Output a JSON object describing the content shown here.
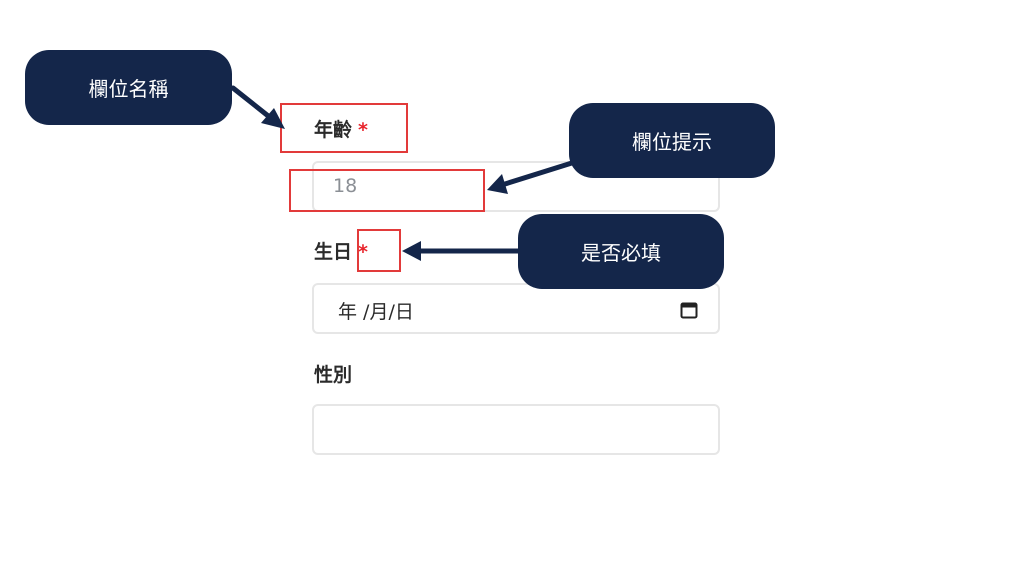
{
  "form": {
    "age": {
      "label": "年齡",
      "required_mark": "*",
      "placeholder": "18"
    },
    "birthday": {
      "label": "生日",
      "required_mark": "*",
      "date_placeholder": "年 /月/日"
    },
    "gender": {
      "label": "性別",
      "value": ""
    }
  },
  "annotations": {
    "field_name": "欄位名稱",
    "field_hint": "欄位提示",
    "required": "是否必填"
  },
  "colors": {
    "callout_bg": "#14264a",
    "highlight": "#e23a3a",
    "required_star": "#e8232b"
  }
}
